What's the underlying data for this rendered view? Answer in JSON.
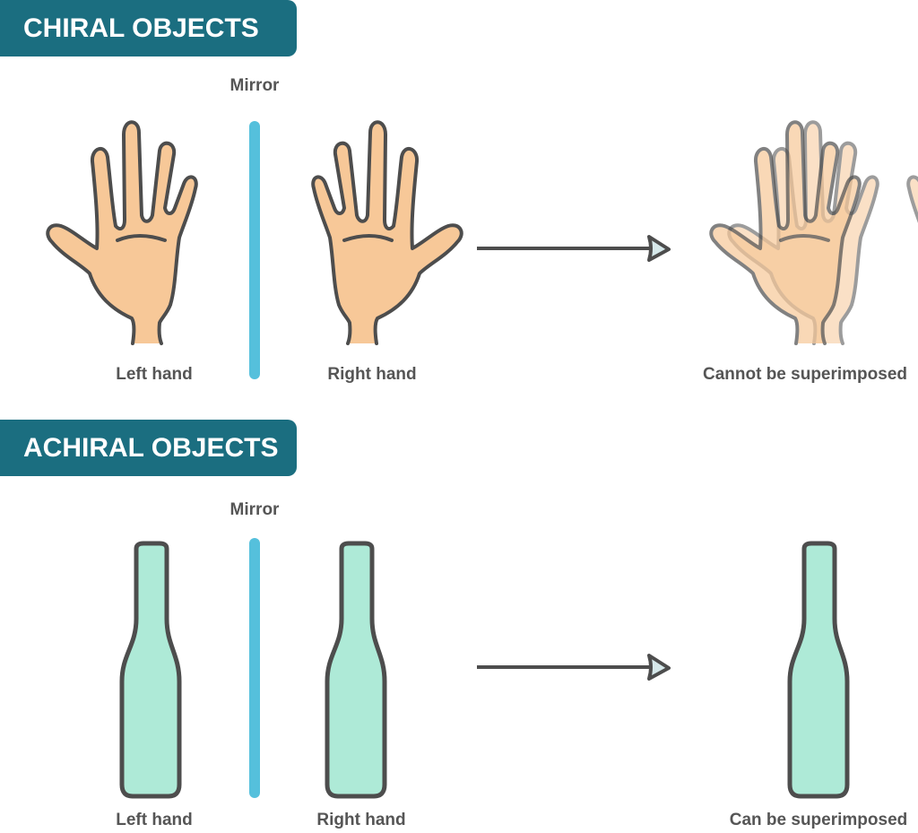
{
  "sections": [
    {
      "title": "CHIRAL OBJECTS",
      "mirror_label": "Mirror",
      "left_label": "Left hand",
      "right_label": "Right hand",
      "result_label": "Cannot be superimposed"
    },
    {
      "title": "ACHIRAL OBJECTS",
      "mirror_label": "Mirror",
      "left_label": "Left hand",
      "right_label": "Right hand",
      "result_label": "Can be superimposed"
    }
  ],
  "colors": {
    "header": "#1b6e80",
    "mirror": "#55c0dc",
    "hand": "#f7c898",
    "bottle": "#aeead7",
    "outline": "#4d4d4d",
    "arrowhead": "#d6e8ea"
  }
}
